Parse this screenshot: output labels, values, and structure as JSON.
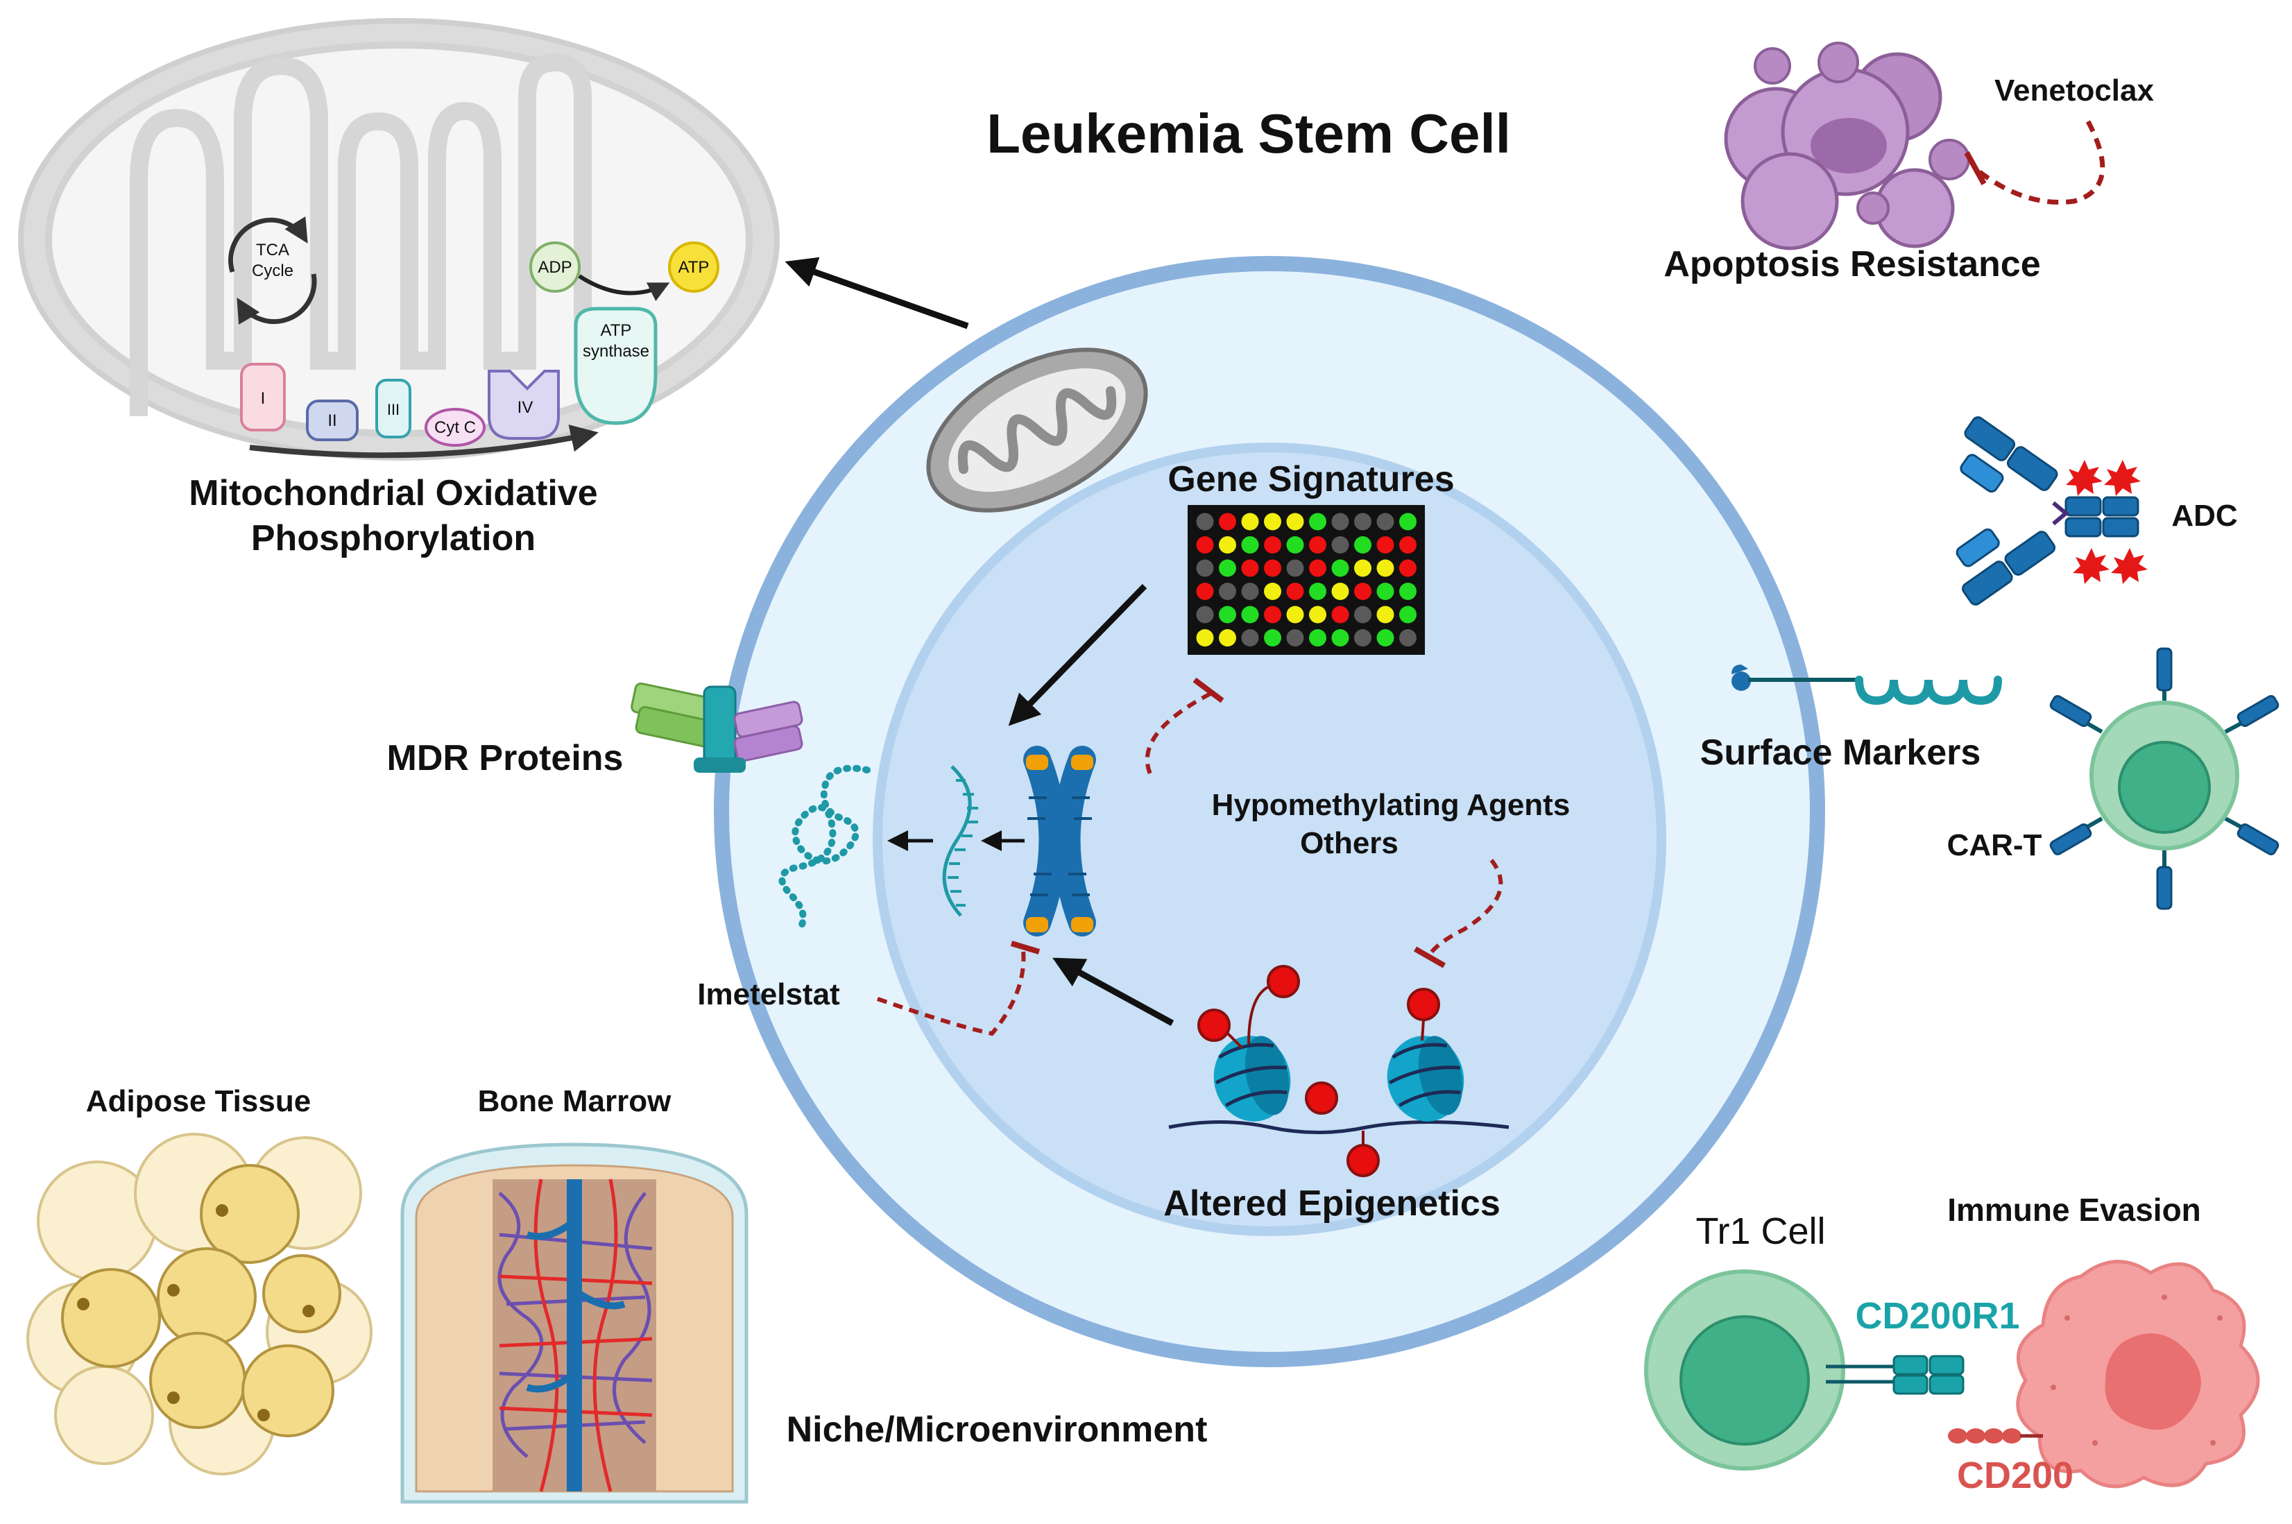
{
  "title": "Leukemia Stem Cell",
  "mitochondria": {
    "label_line1": "Mitochondrial Oxidative",
    "label_line2": "Phosphorylation",
    "tca_line1": "TCA",
    "tca_line2": "Cycle",
    "adp": "ADP",
    "atp": "ATP",
    "atp_synthase_line1": "ATP",
    "atp_synthase_line2": "synthase",
    "complexes": [
      "I",
      "II",
      "III",
      "Cyt C",
      "IV"
    ]
  },
  "apoptosis": {
    "label": "Apoptosis Resistance",
    "drug": "Venetoclax"
  },
  "gene_signatures": {
    "label": "Gene Signatures",
    "colors": {
      "g": "#22dd22",
      "r": "#ee1111",
      "y": "#f2ee10",
      "k": "#5a5a5a"
    },
    "grid": [
      "kryyygkkkg",
      "rygrgrkgrr",
      "kgrrkrgyyr",
      "rkkyrgyrgg",
      "kggryyrkyg",
      "yykgkggkgk"
    ]
  },
  "mdr": {
    "label": "MDR Proteins"
  },
  "hypomethylating": {
    "line1": "Hypomethylating Agents",
    "line2": "Others"
  },
  "imetelstat": {
    "label": "Imetelstat"
  },
  "epigenetics": {
    "label": "Altered Epigenetics"
  },
  "surface_markers": {
    "label": "Surface Markers"
  },
  "adc": {
    "label": "ADC"
  },
  "car_t": {
    "label": "CAR-T"
  },
  "niche": {
    "label": "Niche/Microenvironment",
    "adipose": "Adipose Tissue",
    "bone_marrow": "Bone Marrow"
  },
  "immune": {
    "label": "Immune Evasion",
    "tr1": "Tr1 Cell",
    "cd200r1": "CD200R1",
    "cd200": "CD200"
  },
  "colors": {
    "cell_outer": "#8bb2dd",
    "cell_fill": "#e5f3fd",
    "nucleus_fill": "#c9e0f6",
    "teal": "#1e9aa6",
    "blue": "#1b6fae",
    "inhibit": "#a31d1d",
    "cd200": "#d9534f",
    "cd200r1": "#1aa3a8"
  }
}
